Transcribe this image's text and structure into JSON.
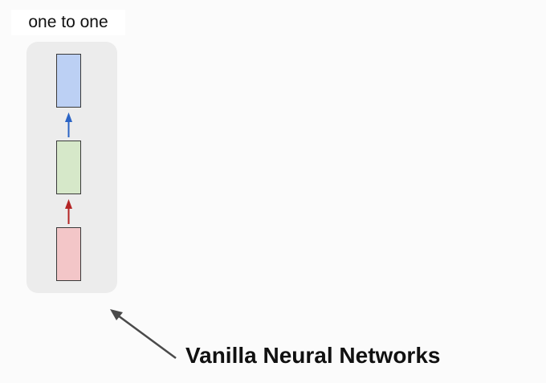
{
  "title": "one to one",
  "caption": "Vanilla Neural Networks",
  "colors": {
    "output_box": "#bcd0f4",
    "hidden_box": "#d6e8c9",
    "input_box": "#f3c6c8",
    "output_arrow": "#2b64c5",
    "input_arrow": "#b42525",
    "pointer_arrow": "#4a4a4a"
  },
  "diagram": {
    "nodes": [
      {
        "id": "output",
        "layer": "output"
      },
      {
        "id": "hidden",
        "layer": "hidden"
      },
      {
        "id": "input",
        "layer": "input"
      }
    ],
    "edges": [
      {
        "from": "input",
        "to": "hidden"
      },
      {
        "from": "hidden",
        "to": "output"
      }
    ]
  }
}
